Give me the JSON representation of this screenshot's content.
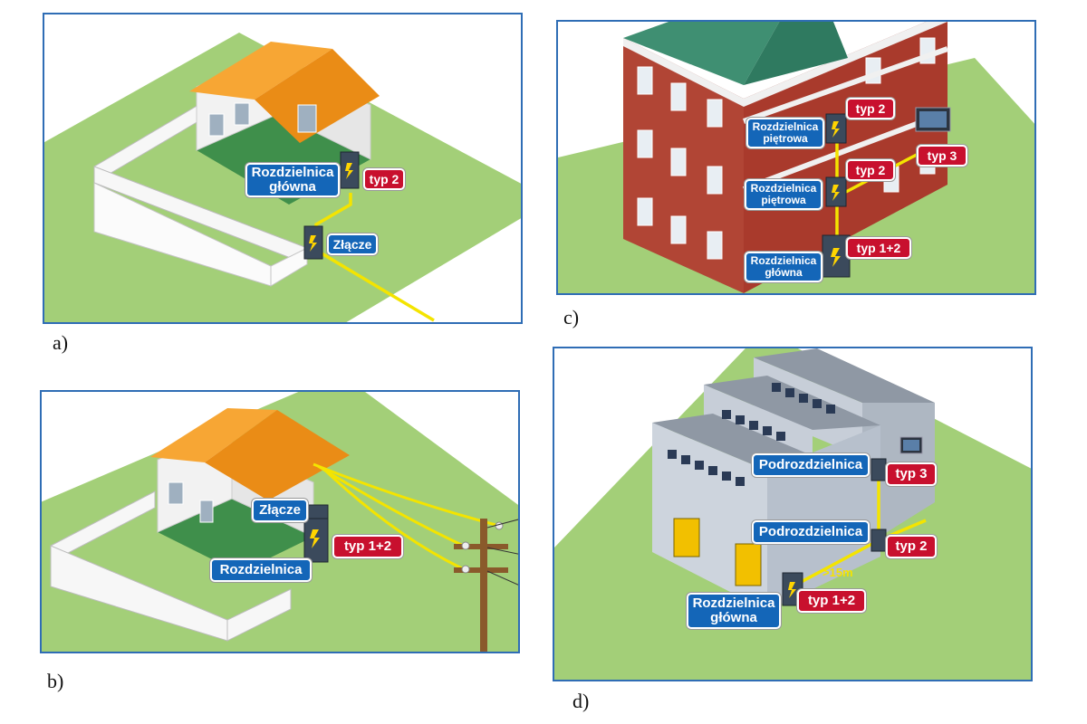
{
  "colors": {
    "panel_border": "#2f6db5",
    "grass": "#a3cf78",
    "cable": "#f4e400",
    "label_blue": "#1466b8",
    "label_red": "#c8102e",
    "roof_orange": "#ea8c16",
    "brick": "#a93a2c",
    "roof_green": "#3f8f72",
    "hall_gray": "#b7c0cc",
    "door_yellow": "#f2c000"
  },
  "panel_a": {
    "caption": "a)",
    "main_board": "Rozdzielnica\ngłówna",
    "type_main": "typ 2",
    "connection": "Złącze",
    "icons": [
      "house-icon",
      "fence-icon",
      "distribution-box-icon"
    ]
  },
  "panel_b": {
    "caption": "b)",
    "connection": "Złącze",
    "board": "Rozdzielnica",
    "type": "typ 1+2",
    "icons": [
      "house-icon",
      "fence-icon",
      "utility-pole-icon",
      "overhead-line-icon"
    ]
  },
  "panel_c": {
    "caption": "c)",
    "floor_board_top": "Rozdzielnica\npiętrowa",
    "floor_board_mid": "Rozdzielnica\npiętrowa",
    "main_board": "Rozdzielnica\ngłówna",
    "type_top": "typ 2",
    "type_mid": "typ 2",
    "type_device": "typ 3",
    "type_main": "typ 1+2",
    "icons": [
      "brick-building-icon",
      "tv-icon",
      "distribution-box-icon"
    ]
  },
  "panel_d": {
    "caption": "d)",
    "sub_board_top": "Podrozdzielnica",
    "sub_board_mid": "Podrozdzielnica",
    "main_board": "Rozdzielnica\ngłówna",
    "type_top": "typ 3",
    "type_mid": "typ 2",
    "type_main": "typ 1+2",
    "distance": ">15m",
    "icons": [
      "industrial-hall-icon",
      "monitor-icon",
      "distribution-box-icon"
    ]
  }
}
